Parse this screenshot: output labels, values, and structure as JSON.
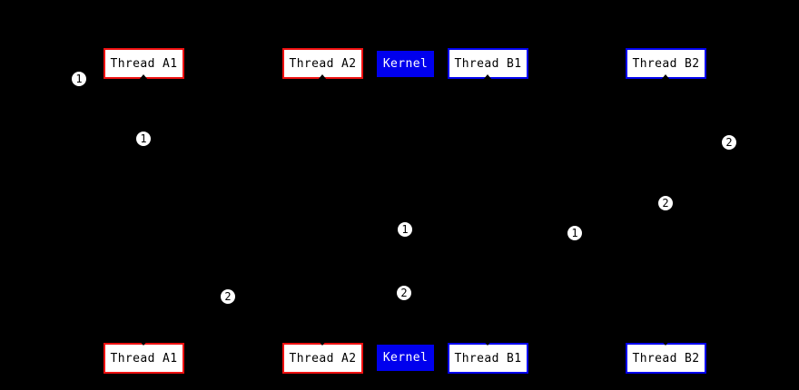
{
  "colors": {
    "background": "#000000",
    "thread_a_accent": "#ee1111",
    "thread_b_accent": "#0000ee",
    "kernel_background": "#0000ee",
    "kernel_text": "#ffffff",
    "box_fill": "#ffffff",
    "box_text": "#000000"
  },
  "rows": {
    "top": [
      {
        "label": "Thread A1",
        "kind": "thread-a"
      },
      {
        "label": "Thread A2",
        "kind": "thread-a"
      },
      {
        "label": "Kernel",
        "kind": "kernel"
      },
      {
        "label": "Thread B1",
        "kind": "thread-b"
      },
      {
        "label": "Thread B2",
        "kind": "thread-b"
      }
    ],
    "bottom": [
      {
        "label": "Thread A1",
        "kind": "thread-a"
      },
      {
        "label": "Thread A2",
        "kind": "thread-a"
      },
      {
        "label": "Kernel",
        "kind": "kernel"
      },
      {
        "label": "Thread B1",
        "kind": "thread-b"
      },
      {
        "label": "Thread B2",
        "kind": "thread-b"
      }
    ]
  },
  "markers": [
    {
      "label": "1"
    },
    {
      "label": "1"
    },
    {
      "label": "1"
    },
    {
      "label": "1"
    },
    {
      "label": "2"
    },
    {
      "label": "2"
    },
    {
      "label": "2"
    },
    {
      "label": "2"
    }
  ]
}
